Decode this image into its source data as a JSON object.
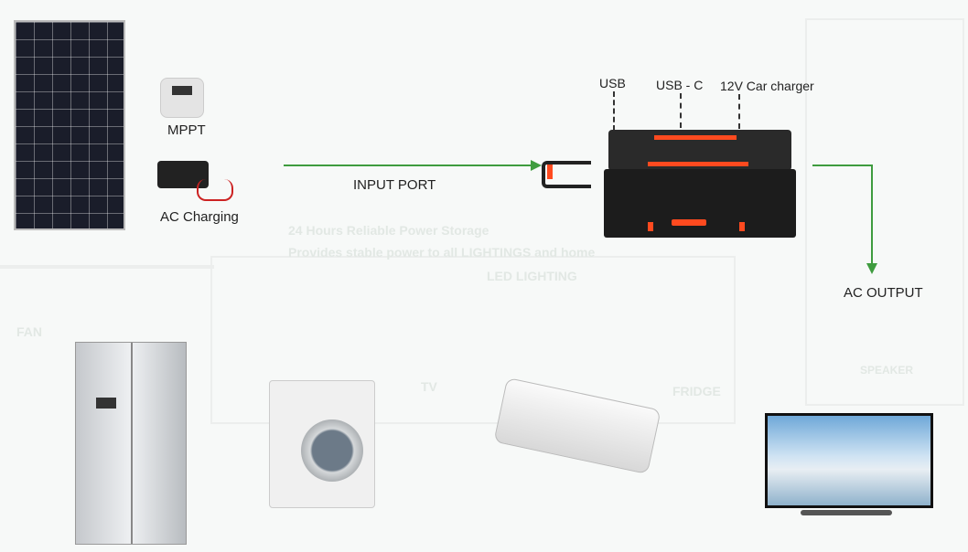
{
  "labels": {
    "mppt": "MPPT",
    "ac_charging": "AC Charging",
    "input_port": "INPUT PORT",
    "usb": "USB",
    "usb_c": "USB - C",
    "car_charger": "12V Car charger",
    "ac_output": "AC OUTPUT"
  },
  "watermark": {
    "line1": "24 Hours Reliable Power Storage",
    "line2": "Provides stable power to all LIGHTINGS and home",
    "led": "LED LIGHTING",
    "fan": "FAN",
    "tv": "TV",
    "fridge": "FRIDGE",
    "speaker": "SPEAKER"
  },
  "colors": {
    "arrow": "#3f9c3f",
    "case": "#1c1c1c",
    "accent": "#ff4a1f"
  },
  "icons": [
    "solar-panel",
    "mppt-controller",
    "ac-charger",
    "portable-power-station",
    "refrigerator",
    "washing-machine",
    "air-conditioner",
    "television"
  ]
}
